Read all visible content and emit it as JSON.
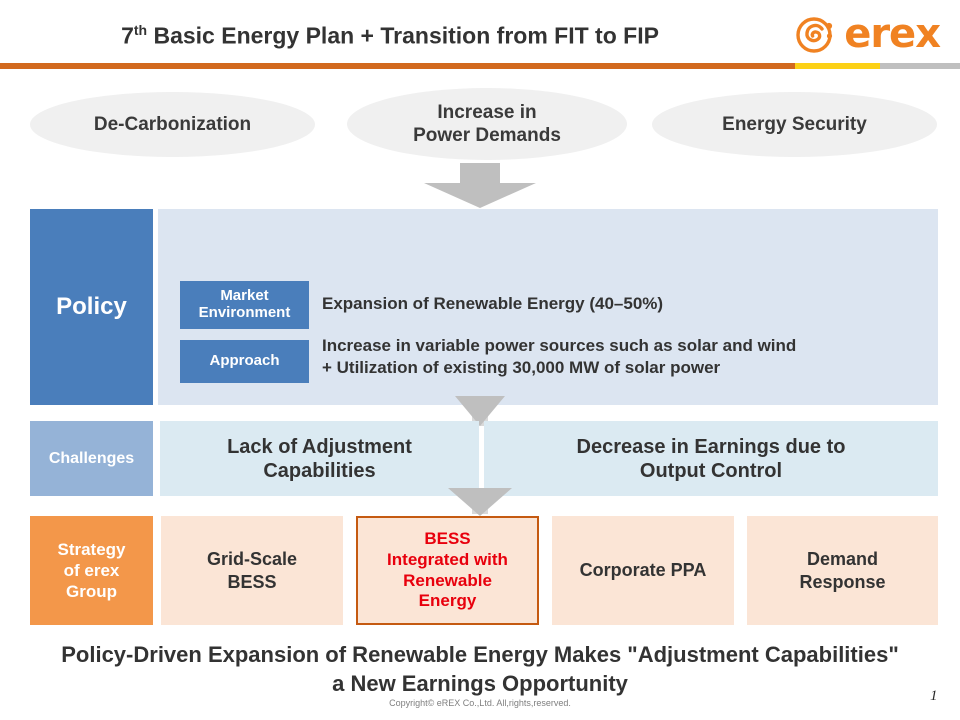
{
  "header": {
    "logo_text": "erex",
    "logo_icon": "erex-swirl-logo",
    "accent_orange": "#F08222",
    "divider_orange": "#D2691E",
    "divider_yellow": "#FCD116",
    "divider_gray": "#BFBFBF"
  },
  "drivers": [
    {
      "label": "De-Carbonization"
    },
    {
      "label": "Increase in\nPower Demands"
    },
    {
      "label": "Energy Security"
    }
  ],
  "policy": {
    "label": "Policy",
    "heading_prefix": "7",
    "heading_sup": "th",
    "heading_rest": " Basic Energy Plan  +  Transition from FIT to FIP",
    "rows": [
      {
        "tag": "Market\nEnvironment",
        "text": "Expansion of Renewable Energy (40–50%)"
      },
      {
        "tag": "Approach",
        "text": "Increase in variable power sources such as solar and wind\n+ Utilization of existing 30,000 MW of solar power"
      }
    ],
    "label_color": "#4A7EBB",
    "body_color": "#DCE5F1"
  },
  "challenges": {
    "label": "Challenges",
    "items": [
      {
        "label": "Lack of Adjustment\nCapabilities"
      },
      {
        "label": "Decrease in Earnings due to\nOutput Control"
      }
    ],
    "label_color": "#95B3D7",
    "box_color": "#DBEAF2"
  },
  "strategy": {
    "label": "Strategy\nof erex\nGroup",
    "items": [
      {
        "label": "Grid-Scale\nBESS",
        "highlighted": false
      },
      {
        "label": "BESS\nIntegrated with\nRenewable\nEnergy",
        "highlighted": true
      },
      {
        "label": "Corporate PPA",
        "highlighted": false
      },
      {
        "label": "Demand\nResponse",
        "highlighted": false
      }
    ],
    "label_color": "#F3974A",
    "box_color": "#FBE5D6",
    "highlight_border": "#C55A11",
    "highlight_text": "#E8000D"
  },
  "conclusion": "Policy-Driven Expansion of Renewable Energy Makes \"Adjustment Capabilities\" a New Earnings Opportunity",
  "footer": {
    "copyright": "Copyright©   eREX Co.,Ltd.   All,rights,reserved.",
    "page_number": "1"
  },
  "arrows": {
    "color": "#BFBFBF",
    "names": [
      "drivers-to-policy-arrow",
      "policy-to-challenges-arrow",
      "challenges-to-strategy-arrow"
    ]
  }
}
